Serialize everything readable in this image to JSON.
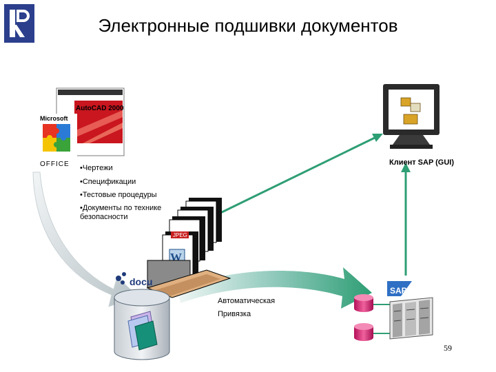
{
  "header": {
    "title": "Электронные подшивки документов"
  },
  "sources": {
    "autocad_box_text": "AutoCAD 2000",
    "office_logo_top": "Microsoft",
    "office_logo_bottom": "OFFICE"
  },
  "document_types": [
    "•Чертежи",
    "•Спецификации",
    "•Тестовые процедуры",
    "•Документы по технике безопасности"
  ],
  "documents": {
    "jpeg_tag": "JPEG"
  },
  "repository": {
    "logo_text": "docu"
  },
  "client": {
    "label": "Клиент SAP (GUI)"
  },
  "link": {
    "label": "Автоматическая Привязка"
  },
  "sap": {
    "logo_text": "SAP"
  },
  "slide": {
    "page_number": "59"
  },
  "colors": {
    "arrow_green": "#2e9e74",
    "curve_light": "#d9e3e6",
    "magenta": "#e0337a",
    "logo_blue": "#2b3f8c"
  }
}
